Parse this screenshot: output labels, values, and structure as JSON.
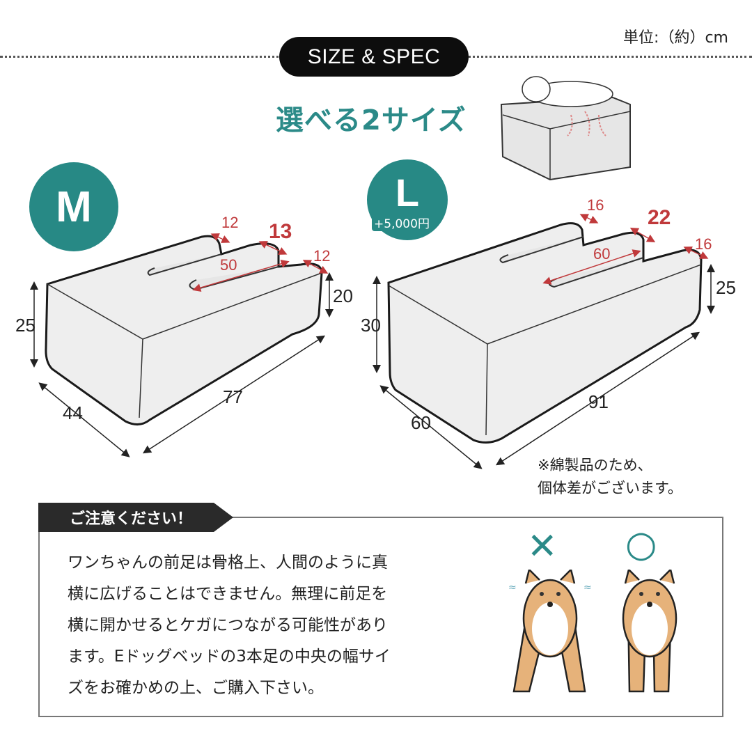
{
  "header": {
    "section_title": "SIZE & SPEC",
    "unit_label": "単位:（約）cm",
    "headline": "選べる2サイズ"
  },
  "sizes": [
    {
      "label": "M",
      "price_note": "",
      "dimensions": {
        "height_back": "25",
        "height_front": "20",
        "width": "44",
        "length": "77",
        "leg_width_outer_left": "12",
        "leg_width_center": "13",
        "leg_width_outer_right": "12",
        "slot_length": "50"
      }
    },
    {
      "label": "L",
      "price_note": "+5,000円",
      "dimensions": {
        "height_back": "30",
        "height_front": "25",
        "width": "60",
        "length": "91",
        "leg_width_outer_left": "16",
        "leg_width_center": "22",
        "leg_width_outer_right": "16",
        "slot_length": "60"
      }
    }
  ],
  "note": {
    "line1": "※綿製品のため、",
    "line2": "個体差がございます。"
  },
  "caution": {
    "title": "ご注意ください！",
    "lines": [
      "ワンちゃんの前足は骨格上、人間のように真",
      "横に広げることはできません。無理に前足を",
      "横に開かせるとケガにつながる可能性があり",
      "ます。Eドッグベッドの3本足の中央の幅サイ",
      "ズをお確かめの上、ご購入下さい。"
    ],
    "bad_mark": "✕",
    "good_mark": "○"
  },
  "colors": {
    "accent_teal": "#278985",
    "dimension_red": "#c0393b",
    "dark": "#0d0d0d"
  }
}
